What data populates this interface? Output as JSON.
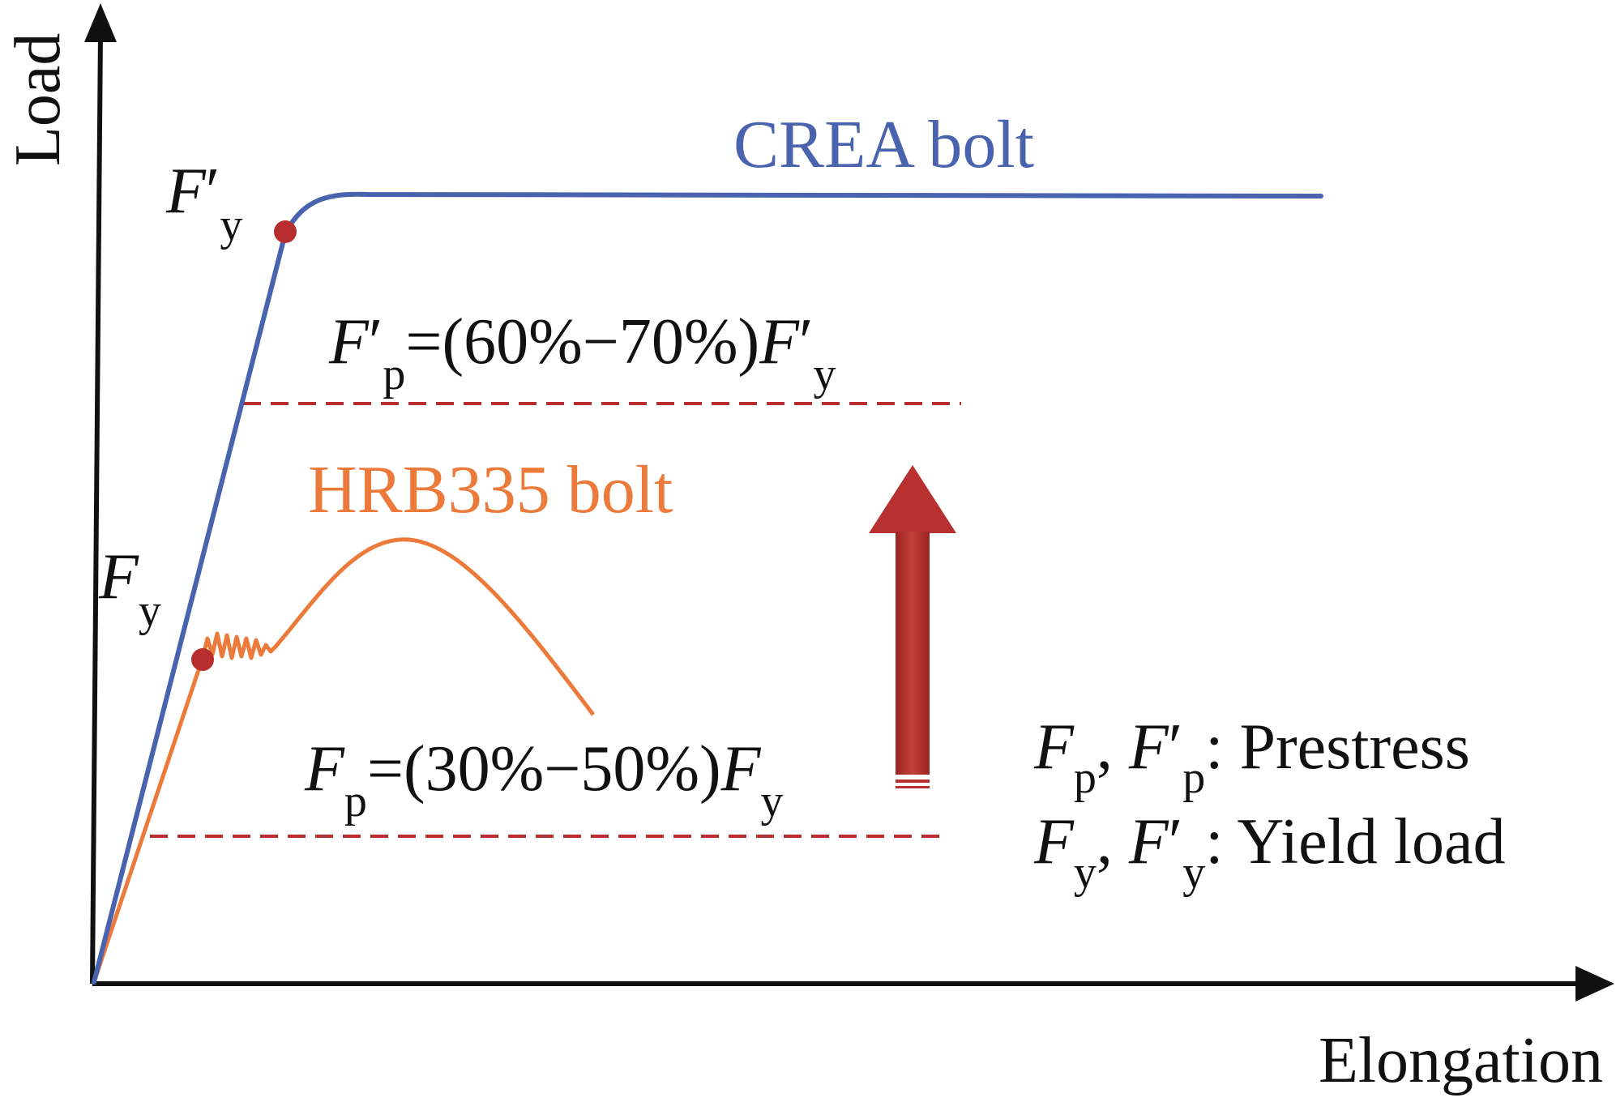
{
  "axes": {
    "y_label": "Load",
    "x_label": "Elongation"
  },
  "curves": {
    "crea": {
      "label": "CREA bolt",
      "color": "#4a63ae"
    },
    "hrb": {
      "label": "HRB335 bolt",
      "color": "#ec7a3a"
    }
  },
  "points": {
    "crea_yield": {
      "symbol": "F",
      "prime": "′",
      "sub": "y"
    },
    "hrb_yield": {
      "symbol": "F",
      "sub": "y"
    }
  },
  "prestress_lines": {
    "crea": {
      "lhs_symbol": "F",
      "lhs_prime": "′",
      "lhs_sub": "p",
      "expression": "=(60%−70%)",
      "rhs_symbol": "F",
      "rhs_prime": "′",
      "rhs_sub": "y"
    },
    "hrb": {
      "lhs_symbol": "F",
      "lhs_sub": "p",
      "expression": "=(30%−50%)",
      "rhs_symbol": "F",
      "rhs_sub": "y"
    }
  },
  "legend": {
    "row1": {
      "sym1": "F",
      "sub1": "p",
      "sep": ", ",
      "sym2": "F",
      "prime2": "′",
      "sub2": "p",
      "desc": ": Prestress"
    },
    "row2": {
      "sym1": "F",
      "sub1": "y",
      "sep": ", ",
      "sym2": "F",
      "prime2": "′",
      "sub2": "y",
      "desc": ": Yield load"
    }
  },
  "colors": {
    "axis": "#111111",
    "marker": "#b82d2d",
    "dashed": "#b82d2d",
    "arrow": "#b8302f"
  }
}
